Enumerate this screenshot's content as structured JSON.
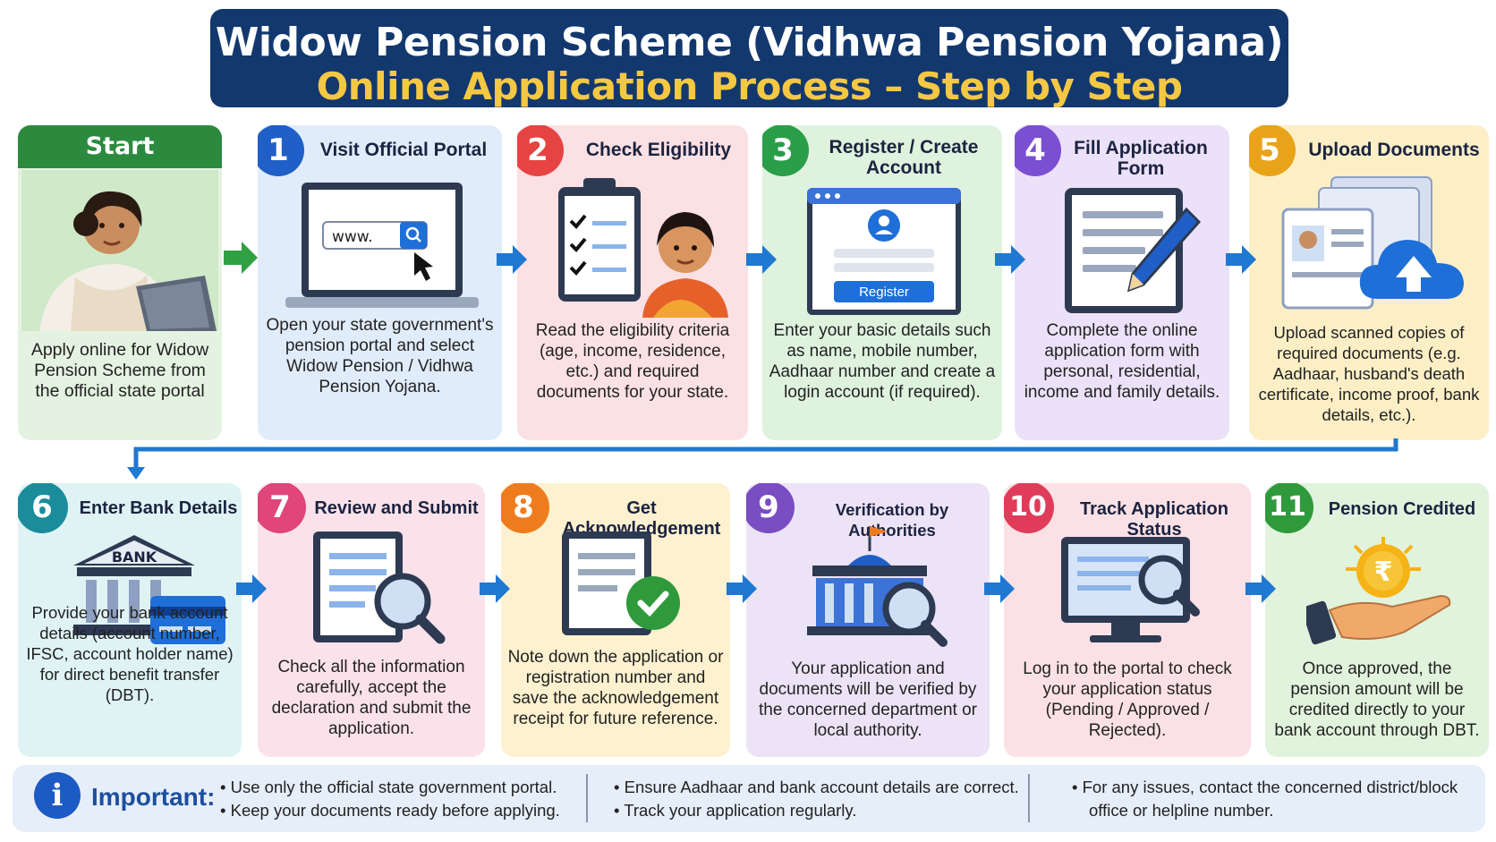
{
  "title": {
    "line1": "Widow Pension Scheme (Vidhwa Pension Yojana)",
    "line2": "Online Application Process – Step by Step"
  },
  "start": {
    "label": "Start",
    "description": "Apply online for Widow Pension Scheme from the official state portal"
  },
  "steps": [
    {
      "number": "1",
      "title": "Visit Official Portal",
      "description": "Open your state government's pension portal and select Widow Pension / Vidhwa Pension Yojana.",
      "url_text": "www.",
      "icon": "browser-search-icon"
    },
    {
      "number": "2",
      "title": "Check Eligibility",
      "description": "Read the eligibility criteria (age, income, residence, etc.) and required documents for your state.",
      "icon": "checklist-icon"
    },
    {
      "number": "3",
      "title": "Register / Create Account",
      "description": "Enter your basic details such as name, mobile number, Aadhaar number and create a login account (if required).",
      "button_text": "Register",
      "icon": "register-form-icon"
    },
    {
      "number": "4",
      "title": "Fill Application Form",
      "description": "Complete the online application form with personal, residential, income and family details.",
      "icon": "form-pencil-icon"
    },
    {
      "number": "5",
      "title": "Upload Documents",
      "description": "Upload scanned copies of required documents (e.g. Aadhaar, husband's death certificate, income proof, bank details, etc.).",
      "icon": "cloud-upload-icon"
    },
    {
      "number": "6",
      "title": "Enter Bank Details",
      "description": "Provide your bank account details (account number, IFSC, account holder name) for direct benefit transfer (DBT).",
      "bank_text": "BANK",
      "icon": "bank-icon"
    },
    {
      "number": "7",
      "title": "Review and Submit",
      "description": "Check all the information carefully, accept the declaration and submit the application.",
      "icon": "document-magnifier-icon"
    },
    {
      "number": "8",
      "title": "Get Acknowledgement",
      "description": "Note down the application or registration number and save the acknowledgement receipt for future reference.",
      "icon": "document-check-icon"
    },
    {
      "number": "9",
      "title": "Verification by Authorities",
      "description": "Your application and documents will be verified by the concerned department or local authority.",
      "icon": "government-building-icon"
    },
    {
      "number": "10",
      "title": "Track Application Status",
      "description": "Log in to the portal to check your application status (Pending / Approved / Rejected).",
      "icon": "monitor-search-icon"
    },
    {
      "number": "11",
      "title": "Pension Credited",
      "description": "Once approved, the pension amount will be credited directly to your bank account through DBT.",
      "coin_symbol": "₹",
      "icon": "rupee-coin-hand-icon"
    }
  ],
  "important": {
    "label": "Important:",
    "notes": [
      "• Use only the official state government portal.",
      "• Keep your documents ready before applying.",
      "• Ensure Aadhaar and bank account details are correct.",
      "• Track your application regularly.",
      "• For any issues, contact the concerned district/block",
      "office or helpline number."
    ]
  },
  "colors": {
    "title_bg": "#13386e",
    "title_accent": "#f5c842",
    "start_green": "#2c8a3f",
    "step1": "#1f5fc7",
    "step2": "#e64343",
    "step3": "#2a9e48",
    "step4": "#7b4fd1",
    "step5": "#e8a318",
    "step6": "#1a8c9c",
    "step7": "#e0467a",
    "step8": "#ef7c1c",
    "step9": "#7a4dc2",
    "step10": "#e03c5a",
    "step11": "#2f9a3c"
  }
}
